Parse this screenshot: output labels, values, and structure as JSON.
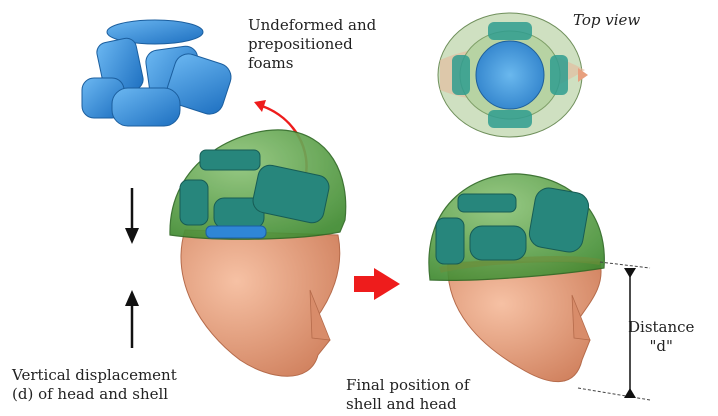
{
  "labels": {
    "undeformed": [
      "Undeformed and",
      "prepositioned",
      "foams"
    ],
    "top_view": "Top view",
    "vertical": [
      "Vertical displacement",
      "(d) of head and shell"
    ],
    "final": [
      "Final position of",
      "shell and head"
    ],
    "distance": [
      "Distance",
      "\"d\""
    ]
  },
  "colors": {
    "foam_blue": "#2f86d6",
    "shell_green": "#4f9a3c",
    "foam_teal": "#1f8f86",
    "skin": "#e8a07e",
    "arrow_red": "#ee1c1c"
  },
  "icons": [
    "down-arrow-icon",
    "up-arrow-icon",
    "red-right-arrow-icon",
    "curved-red-arrow-icon",
    "dimension-arrow-icon"
  ]
}
